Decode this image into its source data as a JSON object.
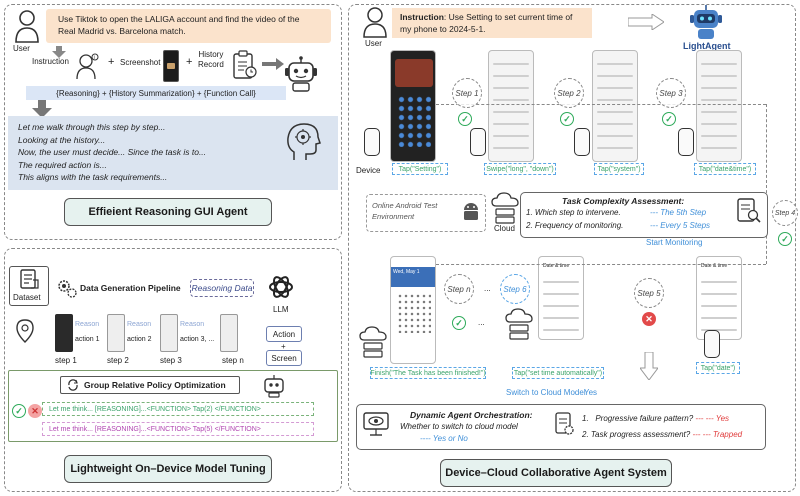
{
  "left_top": {
    "user_label": "User",
    "instruction_text": "Use Tiktok to open the LALIGA account and find the video of the Real Madrid vs. Barcelona match.",
    "instruction_label": "Instruction",
    "plus1": "+",
    "screenshot_label": "Screenshot",
    "plus2": "+",
    "history_label_1": "History",
    "history_label_2": "Record",
    "formula": "{Reasoning} + {History Summarization} + {Function Call}",
    "reasoning_lines": [
      "Let me walk through this step by step...",
      "Looking at the history...",
      "Now, the user must decide... Since the task is to...",
      "The required action is...",
      "This aligns with the task requirements..."
    ],
    "caption": "Effieient Reasoning GUI Agent"
  },
  "left_bottom": {
    "dataset_label": "Dataset",
    "pipeline_label": "Data Generation Pipeline",
    "reasoning_data_label": "Reasoning Data",
    "llm_label": "LLM",
    "action_label": "Action",
    "plus": "+",
    "screen_label": "Screen",
    "reason_label": "Reason",
    "steps": [
      "step 1",
      "step 2",
      "step 3",
      "step n"
    ],
    "actions": [
      "action 1",
      "action 2",
      "action 3, ..."
    ],
    "grpo_label": "Group Relative Policy Optimization",
    "grpo_lines": [
      "Let me think... [REASONING]...<FUNCTION> Tap(2) </FUNCTION>",
      "Let me think... [REASONING]...<FUNCTION> Tap(5) </FUNCTION>"
    ],
    "caption": "Lightweight On–Device Model Tuning"
  },
  "right": {
    "user_label": "User",
    "instruction_prefix": "Instruction",
    "instruction_text": ": Use Setting to set current time of my phone to 2024-5-1.",
    "agent_label": "LightAgent",
    "device_label": "Device",
    "step_labels_top": [
      "Step 1",
      "Step 2",
      "Step 3",
      "Step 4"
    ],
    "taps_top": [
      "Tap(\"Setting\")",
      "Swipe(\"long\", \"down\")",
      "Tap(\"system\")",
      "Tap(\"date&time\")"
    ],
    "online_env": "Online Android Test Environment",
    "cloud_label": "Cloud",
    "task_title": "Task Complexity Assessment",
    "task_q1": "1. Which step to intervene.",
    "task_a1": "--- The 5th Step",
    "task_q2": "2. Frequency of monitoring.",
    "task_a2": "--- Every 5 Steps",
    "start_monitoring": "Start Monitoring",
    "step_labels_bottom": [
      "Step n",
      "Step 6",
      "Step 5"
    ],
    "dots": "...",
    "finish_label": "Finish(\"The Task has been finished!\")",
    "tap_auto": "Tap(\"set time automatically\")",
    "tap_date": "Tap(\"date\")",
    "switch_cloud": "Switch to Cloud Model",
    "yes_label": "Yes",
    "orch_title": "Dynamic Agent Orchestration",
    "orch_q": "Whether to switch to cloud model",
    "orch_a": "---- Yes or No",
    "orch_p1": "Progressive failure pattern?",
    "orch_p1_ans": "--- --- Yes",
    "orch_p2": "Task progress assessment?",
    "orch_p2_ans": "--- --- Trapped",
    "calendar_header": "Wed, May 1",
    "date_time_title": "Date & time",
    "caption": "Device–Cloud Collaborative Agent System"
  },
  "colors": {
    "instruction_bg": "#fbe3cc",
    "formula_bg": "#dbe6f6",
    "reasoning_bg": "#dbe4f0",
    "caption_bg": "#e6f2ef",
    "green": "#2eaa5a",
    "blue": "#3f8fd8",
    "red": "#e03b3b"
  }
}
